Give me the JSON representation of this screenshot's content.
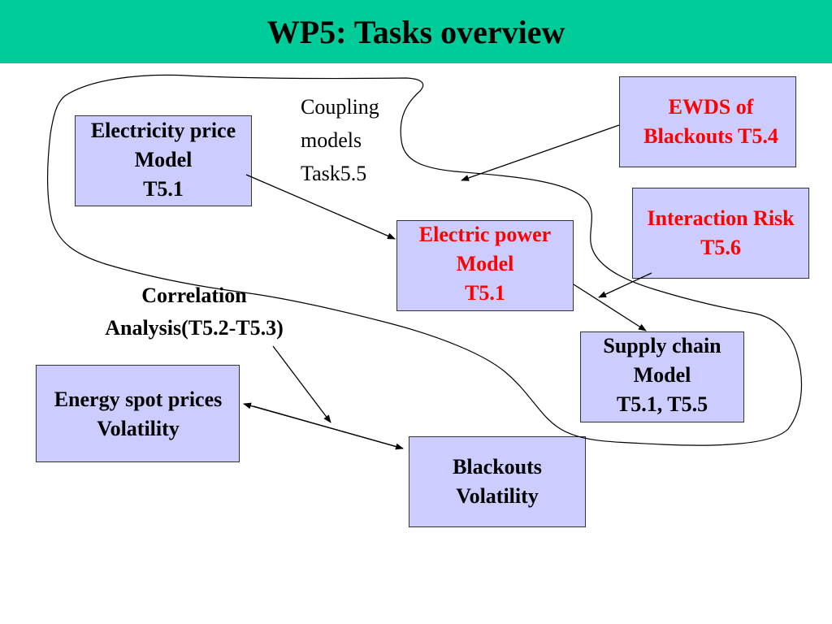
{
  "title": "WP5: Tasks overview",
  "colors": {
    "title_bar": "#00cc99",
    "box_fill": "#ccccff",
    "accent_text": "#ff0000"
  },
  "boxes": {
    "electricity_price": {
      "lines": [
        "Electricity price",
        "Model",
        "T5.1"
      ]
    },
    "ewds": {
      "lines": [
        "EWDS of",
        "Blackouts T5.4"
      ]
    },
    "interaction_risk": {
      "lines": [
        "Interaction Risk",
        "T5.6"
      ]
    },
    "electric_power": {
      "lines": [
        "Electric power",
        "Model",
        "T5.1"
      ]
    },
    "supply_chain": {
      "lines": [
        "Supply chain",
        "Model",
        "T5.1, T5.5"
      ]
    },
    "energy_spot": {
      "lines": [
        "Energy spot prices",
        "Volatility"
      ]
    },
    "blackouts": {
      "lines": [
        "Blackouts",
        "Volatility"
      ]
    }
  },
  "labels": {
    "coupling": {
      "lines": [
        "Coupling",
        "models",
        "Task5.5"
      ]
    },
    "correlation": {
      "lines": [
        "Correlation",
        "Analysis(T5.2-T5.3)"
      ]
    }
  }
}
